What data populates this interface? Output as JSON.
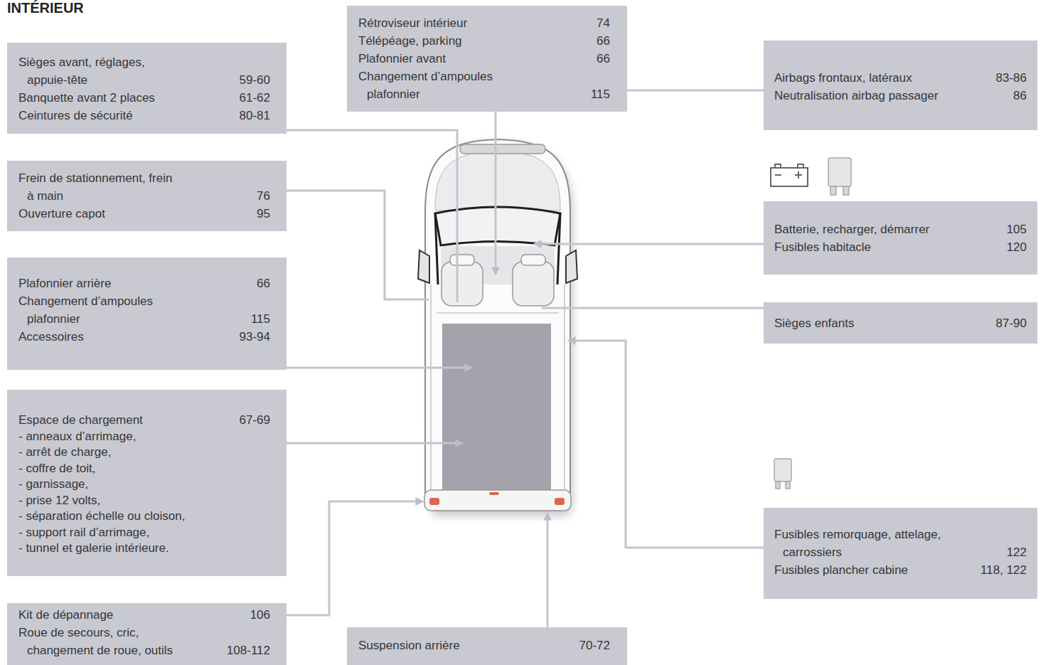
{
  "diagram": {
    "title": "INTÉRIEUR",
    "nodes": [
      {
        "text": [
          "Sièges avant, réglages, appuie-tête",
          "59-60",
          "Banquette avant 2 places",
          "61-62",
          "Ceintures de sécurité",
          "80-81"
        ]
      },
      {
        "text": [
          "Frein de stationnement, frein à main",
          "76",
          "Ouverture capot",
          "95"
        ]
      },
      {
        "text": [
          "Plafonnier arrière",
          "66",
          "Changement d’ampoules plafonnier",
          "115",
          "Accessoires",
          "93-94"
        ]
      },
      {
        "text": [
          "Espace de chargement",
          "67-69",
          "- anneaux d’arrimage,",
          "- arrêt de charge,",
          "- coffre de toit,",
          "- garnissage,",
          "- prise 12 volts,",
          "- séparation échelle ou cloison,",
          "- support rail d’arrimage,",
          "- tunnel et galerie intérieure."
        ]
      },
      {
        "text": [
          "Kit de dépannage",
          "106",
          "Roue de secours, cric, changement de roue, outils",
          "108-112"
        ]
      },
      {
        "text": [
          "Rétroviseur intérieur",
          "74",
          "Télépéage, parking",
          "66",
          "Plafonnier avant",
          "66",
          "Changement d’ampoules plafonnier",
          "115"
        ]
      },
      {
        "text": [
          "Suspension arrière",
          "70-72"
        ]
      },
      {
        "text": [
          "Airbags frontaux, latéraux",
          "83-86",
          "Neutralisation airbag passager",
          "86"
        ]
      },
      {
        "text": [
          "Batterie, recharger, démarrer",
          "105",
          "Fusibles habitacle",
          "120"
        ]
      },
      {
        "text": [
          "Sièges enfants",
          "87-90"
        ]
      },
      {
        "text": [
          "Fusibles remorquage, attelage, carrossiers",
          "122",
          "Fusibles plancher cabine",
          "118, 122"
        ]
      }
    ],
    "edges": [
      {
        "from": 5,
        "to": 7,
        "arrow": "none"
      }
    ]
  }
}
